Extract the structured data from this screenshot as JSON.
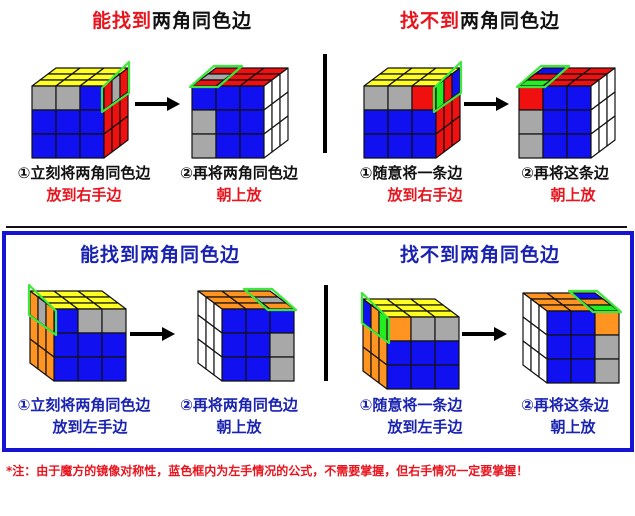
{
  "colors": {
    "red_text": "#e8141e",
    "blue_text": "#1a22b0",
    "frame": "#1414d2",
    "highlight": "#3ce83c",
    "sticker_yellow": "#ffff22",
    "sticker_blue": "#1010f0",
    "sticker_red": "#f01010",
    "sticker_gray": "#a8a8a8",
    "sticker_orange": "#ff9420",
    "sticker_white": "#ffffff",
    "sticker_green": "#22ee22"
  },
  "top": {
    "left": {
      "title_red": "能找到",
      "title_dark": "两角同色边",
      "step1_line1": "①立刻将两角同色边",
      "step1_line2": "放到右手边",
      "step2_line1": "②再将两角同色边",
      "step2_line2": "朝上放"
    },
    "right": {
      "title_red": "找不到",
      "title_dark": "两角同色边",
      "step1_line1": "①随意将一条边",
      "step1_line2": "放到右手边",
      "step2_line1": "②再将这条边",
      "step2_line2": "朝上放"
    }
  },
  "bottom": {
    "left": {
      "title": "能找到两角同色边",
      "step1_line1": "①立刻将两角同色边",
      "step1_line2": "放到左手边",
      "step2_line1": "②再将两角同色边",
      "step2_line2": "朝上放"
    },
    "right": {
      "title": "找不到两角同色边",
      "step1_line1": "①随意将一条边",
      "step1_line2": "放到左手边",
      "step2_line1": "②再将这条边",
      "step2_line2": "朝上放"
    }
  },
  "note": "*注：由于魔方的镜像对称性，蓝色框内为左手情况的公式，不需要掌握，但右手情况一定要掌握！",
  "cubes": [
    {
      "id": "top-left-before",
      "top": [
        "Y",
        "Y",
        "Y",
        "Y",
        "Y",
        "Y",
        "Y",
        "Y",
        "Y"
      ],
      "front": [
        "Gr",
        "Gr",
        "B",
        "B",
        "B",
        "B",
        "B",
        "B",
        "B"
      ],
      "side": [
        "R",
        "Gr",
        "R",
        "R",
        "R",
        "R",
        "R",
        "R",
        "R"
      ],
      "side_pos": "right",
      "highlight": "right-edge"
    },
    {
      "id": "top-left-after",
      "top": [
        "R",
        "R",
        "R",
        "Gr",
        "R",
        "R",
        "R",
        "R",
        "R"
      ],
      "front": [
        "B",
        "B",
        "B",
        "Gr",
        "B",
        "B",
        "Gr",
        "B",
        "B"
      ],
      "side": [
        "W",
        "W",
        "W",
        "W",
        "W",
        "W",
        "W",
        "W",
        "W"
      ],
      "side_pos": "right",
      "highlight": "top-left-column"
    },
    {
      "id": "top-right-before",
      "top": [
        "Y",
        "Y",
        "Y",
        "Y",
        "Y",
        "Y",
        "Y",
        "Y",
        "Y"
      ],
      "front": [
        "Gr",
        "Gr",
        "R",
        "B",
        "B",
        "B",
        "B",
        "B",
        "B"
      ],
      "side": [
        "G",
        "R",
        "B",
        "R",
        "R",
        "R",
        "R",
        "R",
        "R"
      ],
      "side_pos": "right",
      "highlight": "right-edge"
    },
    {
      "id": "top-right-after",
      "top": [
        "B",
        "R",
        "R",
        "R",
        "R",
        "R",
        "G",
        "R",
        "R"
      ],
      "front": [
        "R",
        "B",
        "B",
        "Gr",
        "B",
        "B",
        "Gr",
        "B",
        "B"
      ],
      "side": [
        "W",
        "W",
        "W",
        "W",
        "W",
        "W",
        "W",
        "W",
        "W"
      ],
      "side_pos": "right",
      "highlight": "top-left-column"
    },
    {
      "id": "bottom-left-before",
      "top": [
        "Y",
        "Y",
        "Y",
        "Y",
        "Y",
        "Y",
        "Y",
        "Y",
        "Y"
      ],
      "front": [
        "B",
        "Gr",
        "Gr",
        "B",
        "B",
        "B",
        "B",
        "B",
        "B"
      ],
      "side": [
        "O",
        "Gr",
        "O",
        "O",
        "O",
        "O",
        "O",
        "O",
        "O"
      ],
      "side_pos": "left",
      "highlight": "left-edge"
    },
    {
      "id": "bottom-left-after",
      "top": [
        "O",
        "O",
        "O",
        "O",
        "O",
        "Gr",
        "O",
        "O",
        "O"
      ],
      "front": [
        "B",
        "B",
        "B",
        "B",
        "B",
        "Gr",
        "B",
        "B",
        "Gr"
      ],
      "side": [
        "W",
        "W",
        "W",
        "W",
        "W",
        "W",
        "W",
        "W",
        "W"
      ],
      "side_pos": "left",
      "highlight": "top-right-column"
    },
    {
      "id": "bottom-right-before",
      "top": [
        "Y",
        "Y",
        "Y",
        "Y",
        "Y",
        "Y",
        "Y",
        "Y",
        "Y"
      ],
      "front": [
        "O",
        "Gr",
        "Gr",
        "B",
        "B",
        "B",
        "B",
        "B",
        "B"
      ],
      "side": [
        "B",
        "O",
        "G",
        "O",
        "O",
        "O",
        "O",
        "O",
        "O"
      ],
      "side_pos": "left",
      "highlight": "left-edge"
    },
    {
      "id": "bottom-right-after",
      "top": [
        "O",
        "O",
        "B",
        "O",
        "O",
        "O",
        "O",
        "O",
        "G"
      ],
      "front": [
        "B",
        "B",
        "O",
        "B",
        "B",
        "Gr",
        "B",
        "B",
        "Gr"
      ],
      "side": [
        "W",
        "W",
        "W",
        "W",
        "W",
        "W",
        "W",
        "W",
        "W"
      ],
      "side_pos": "left",
      "highlight": "top-right-column"
    }
  ]
}
